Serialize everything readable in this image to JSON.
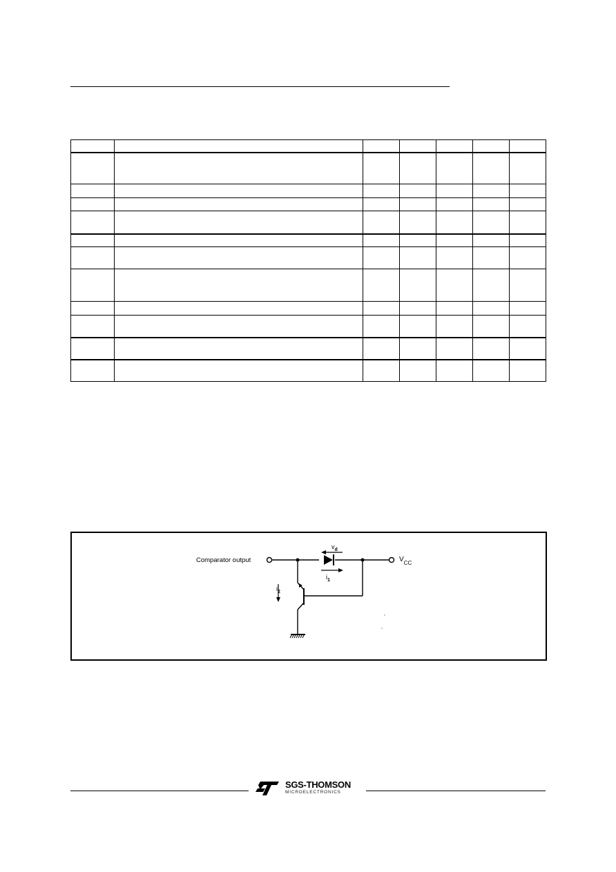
{
  "spec_table": {
    "rows": [
      {
        "cells": [
          "",
          "",
          "",
          "",
          "",
          "",
          ""
        ]
      },
      {
        "cells": [
          "",
          "",
          "",
          "",
          "",
          "",
          ""
        ]
      },
      {
        "cells": [
          "",
          "",
          "",
          "",
          "",
          "",
          ""
        ]
      },
      {
        "cells": [
          "",
          "",
          "",
          "",
          "",
          "",
          ""
        ]
      },
      {
        "cells": [
          "",
          "",
          "",
          "",
          "",
          "",
          ""
        ]
      },
      {
        "cells": [
          "",
          "",
          "",
          "",
          "",
          "",
          ""
        ]
      },
      {
        "cells": [
          "",
          "",
          "",
          "",
          "",
          "",
          ""
        ]
      },
      {
        "cells": [
          "",
          "",
          "",
          "",
          "",
          "",
          ""
        ]
      },
      {
        "cells": [
          "",
          "",
          "",
          "",
          "",
          "",
          ""
        ]
      },
      {
        "cells": [
          "",
          "",
          "",
          "",
          "",
          "",
          ""
        ]
      },
      {
        "cells": [
          "",
          "",
          "",
          "",
          "",
          "",
          ""
        ]
      },
      {
        "cells": [
          "",
          "",
          "",
          "",
          "",
          "",
          ""
        ]
      }
    ]
  },
  "figure": {
    "comparator_output_label": "Comparator output",
    "vcc_label": "V",
    "vcc_sub": "CC",
    "vd_label": "v",
    "vd_sub": "d",
    "i1_label": "i",
    "i1_sub": "1",
    "i2_label": "i",
    "i2_sub": "2"
  },
  "footer": {
    "brand_name": "SGS-THOMSON",
    "brand_sub": "MICROELECTRONICS"
  }
}
